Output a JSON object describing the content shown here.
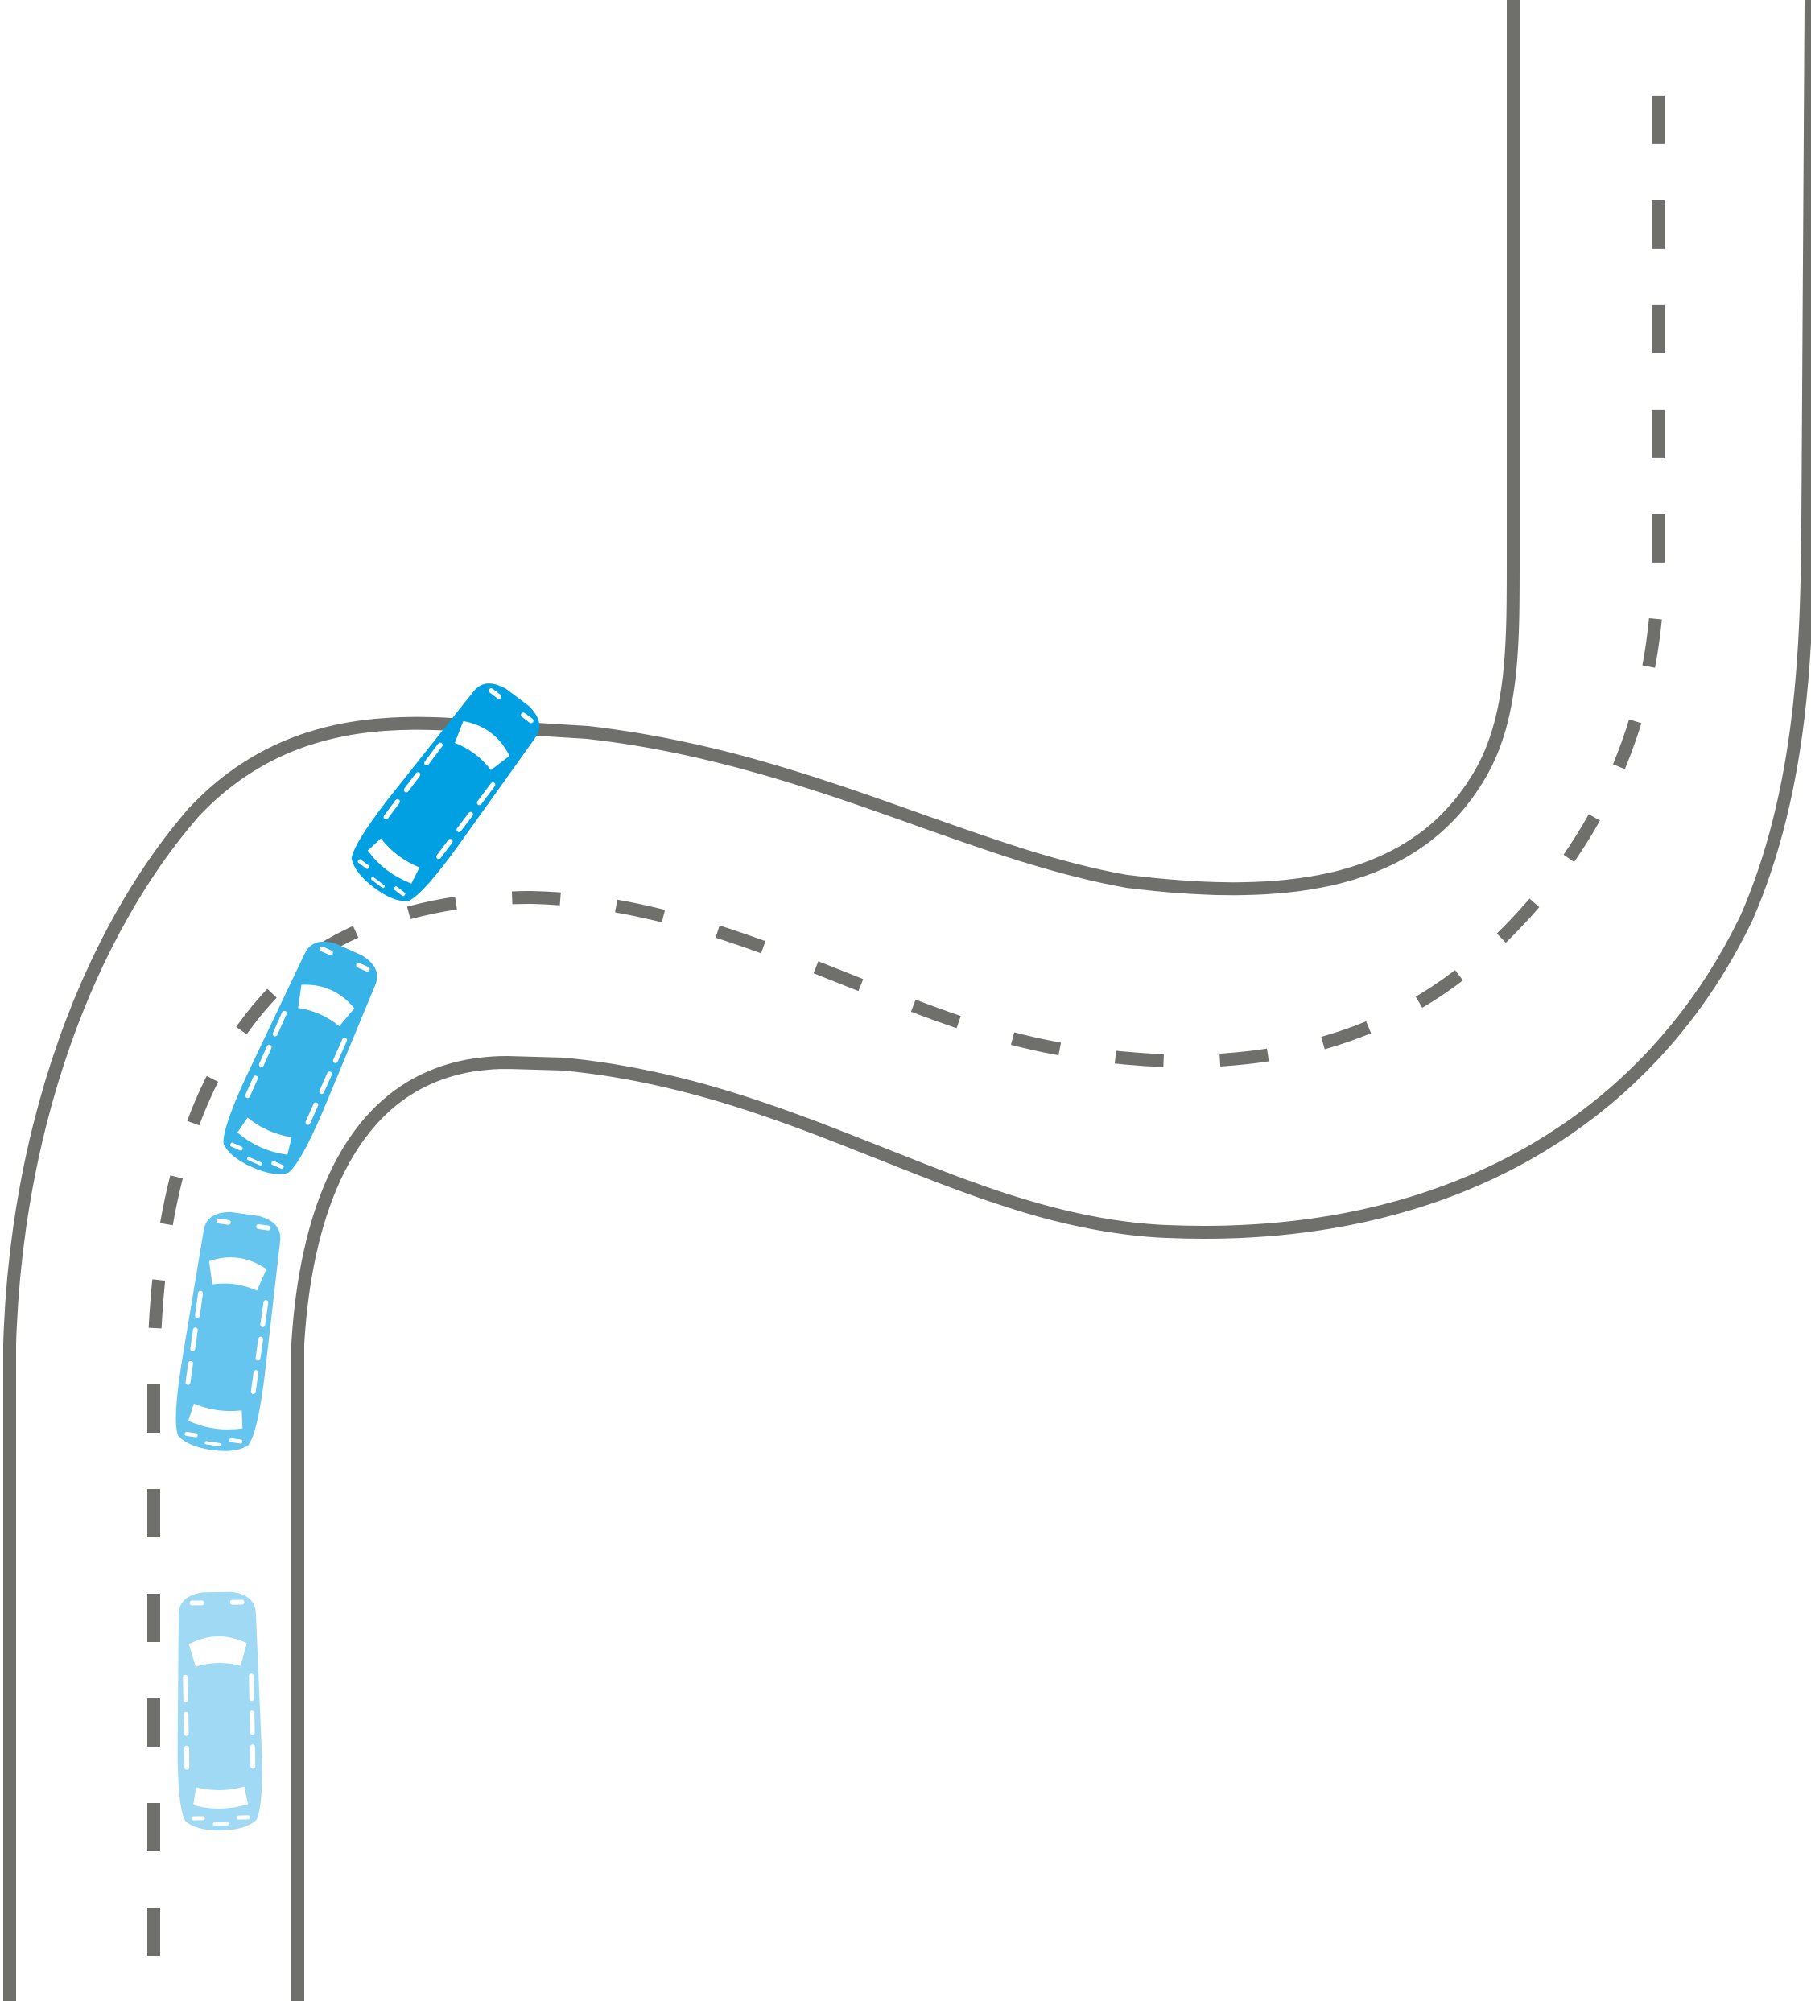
{
  "colors": {
    "background": "#ffffff",
    "road_line": "#6f6f6b",
    "car_window": "#ffffff",
    "car_1": "#9fd9f3",
    "car_2": "#66c5ef",
    "car_3": "#38b3e8",
    "car_4": "#00a0e3"
  },
  "road": {
    "edges": [
      "left-edge",
      "right-edge"
    ],
    "centerline": "dashed"
  },
  "cars": [
    {
      "id": "car-1",
      "color_key": "car_1",
      "stage": 1
    },
    {
      "id": "car-2",
      "color_key": "car_2",
      "stage": 2
    },
    {
      "id": "car-3",
      "color_key": "car_3",
      "stage": 3
    },
    {
      "id": "car-4",
      "color_key": "car_4",
      "stage": 4
    }
  ]
}
